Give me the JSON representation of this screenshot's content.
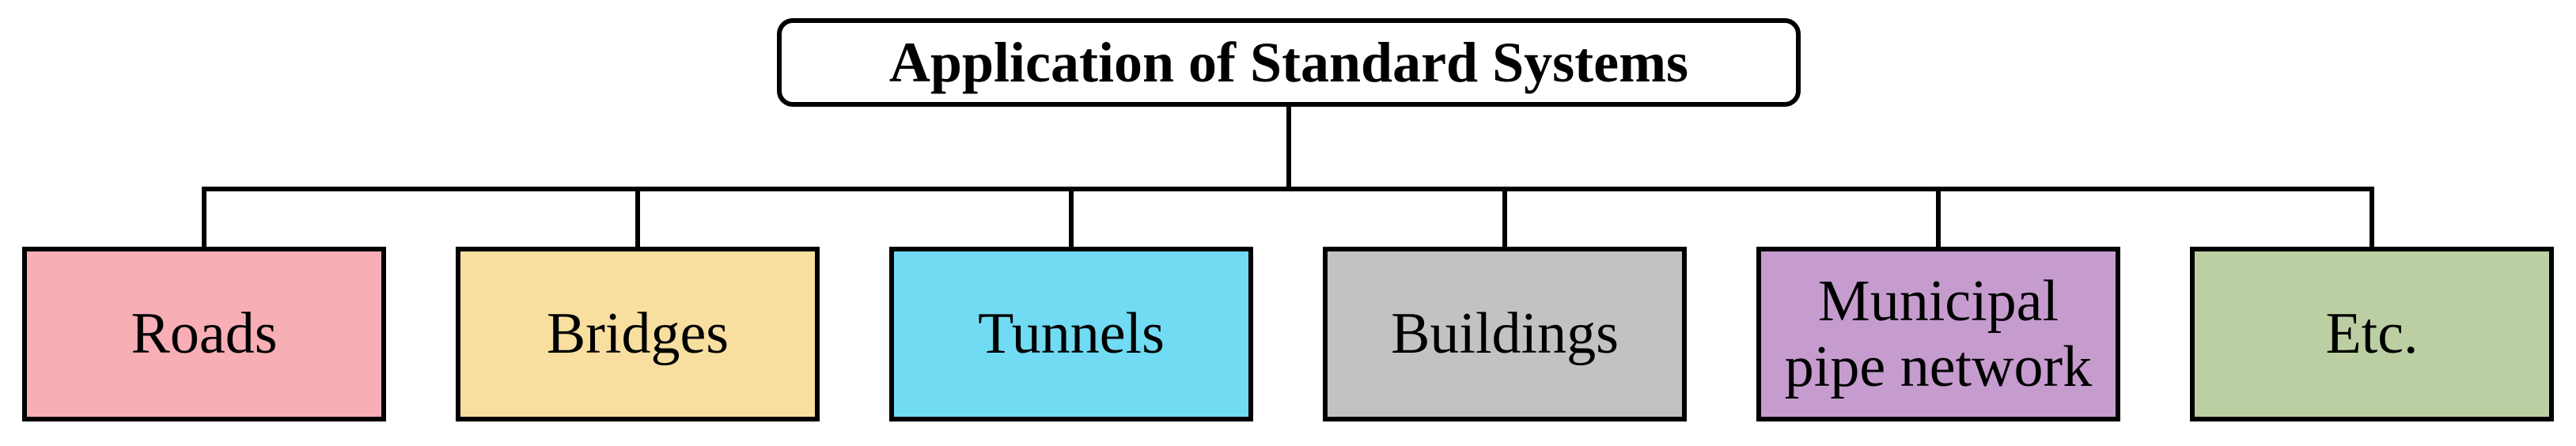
{
  "diagram": {
    "root": {
      "label": "Application of Standard Systems",
      "fill": "#ffffff",
      "border_color": "#000000"
    },
    "children": [
      {
        "label": "Roads",
        "fill": "#f8aeb5"
      },
      {
        "label": "Bridges",
        "fill": "#f8dfa0"
      },
      {
        "label": "Tunnels",
        "fill": "#70dbf2"
      },
      {
        "label": "Buildings",
        "fill": "#c3c2c2"
      },
      {
        "label": "Municipal pipe network",
        "fill": "#c69cce"
      },
      {
        "label": "Etc.",
        "fill": "#bccfa3"
      }
    ],
    "connector_color": "#000000"
  }
}
